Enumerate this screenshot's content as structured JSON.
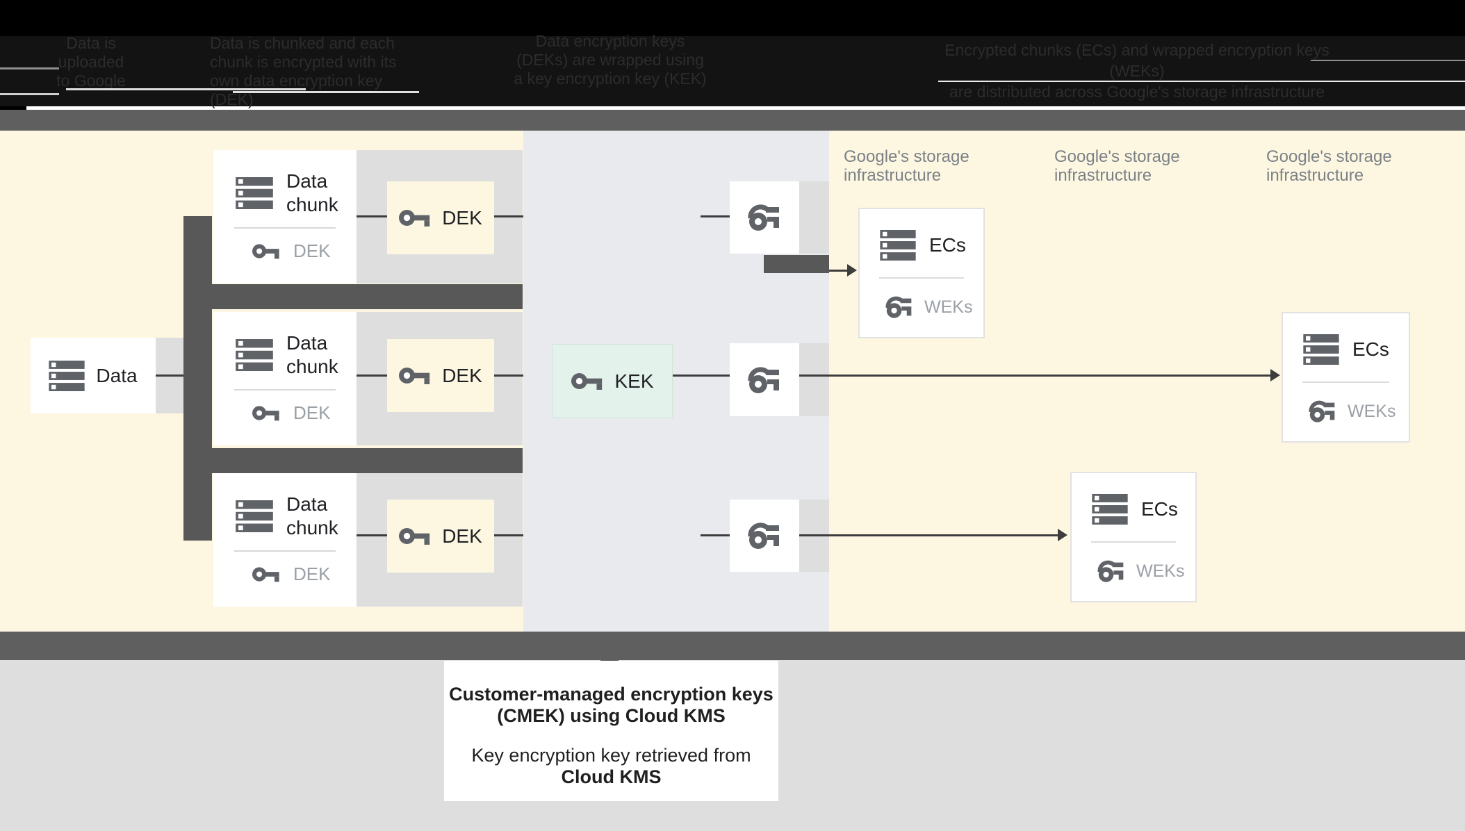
{
  "header": {
    "columns": [
      {
        "lines": [
          "Data is",
          "uploaded",
          "to Google"
        ]
      },
      {
        "lines": [
          "Data is chunked and each",
          "chunk is encrypted with its",
          "own data encryption key (DEK)"
        ]
      },
      {
        "lines": [
          "Data encryption keys",
          "(DEKs) are wrapped using",
          "a key encryption key (KEK)"
        ]
      },
      {
        "lines": [
          "Encrypted chunks (ECs) and wrapped encryption keys (WEKs)",
          "are distributed across Google's storage infrastructure"
        ]
      }
    ]
  },
  "diagram": {
    "data_box": {
      "label": "Data"
    },
    "chunk_rows": [
      {
        "title": "Data chunk",
        "dek_label": "DEK",
        "dek_box_label": "DEK"
      },
      {
        "title": "Data chunk",
        "dek_label": "DEK",
        "dek_box_label": "DEK"
      },
      {
        "title": "Data chunk",
        "dek_label": "DEK",
        "dek_box_label": "DEK"
      }
    ],
    "kek_box": {
      "label": "KEK"
    },
    "storage_labels": [
      {
        "line1": "Google's storage",
        "line2": "infrastructure"
      },
      {
        "line1": "Google's storage",
        "line2": "infrastructure"
      },
      {
        "line1": "Google's storage",
        "line2": "infrastructure"
      }
    ],
    "ecs_boxes": [
      {
        "title": "ECs",
        "keys_label": "WEKs"
      },
      {
        "title": "ECs",
        "keys_label": "WEKs"
      },
      {
        "title": "ECs",
        "keys_label": "WEKs"
      }
    ]
  },
  "caption": {
    "line1": "Customer-managed encryption keys",
    "line2": "(CMEK) using Cloud KMS",
    "line3": "Key encryption key retrieved from",
    "line4": "Cloud KMS"
  },
  "colors": {
    "header_bg": "#000000",
    "yellow_region": "#fdf7e2",
    "kms_region": "#e8eaed",
    "band_gray": "#dedede",
    "bar_gray": "#5f5f5f",
    "comb_gray": "#585858",
    "kek_mint": "#e3f2ea",
    "icon_gray": "#5f6368",
    "muted_text": "#9aa0a6",
    "storage_label_text": "#7b8186",
    "dark_text": "#202124"
  }
}
